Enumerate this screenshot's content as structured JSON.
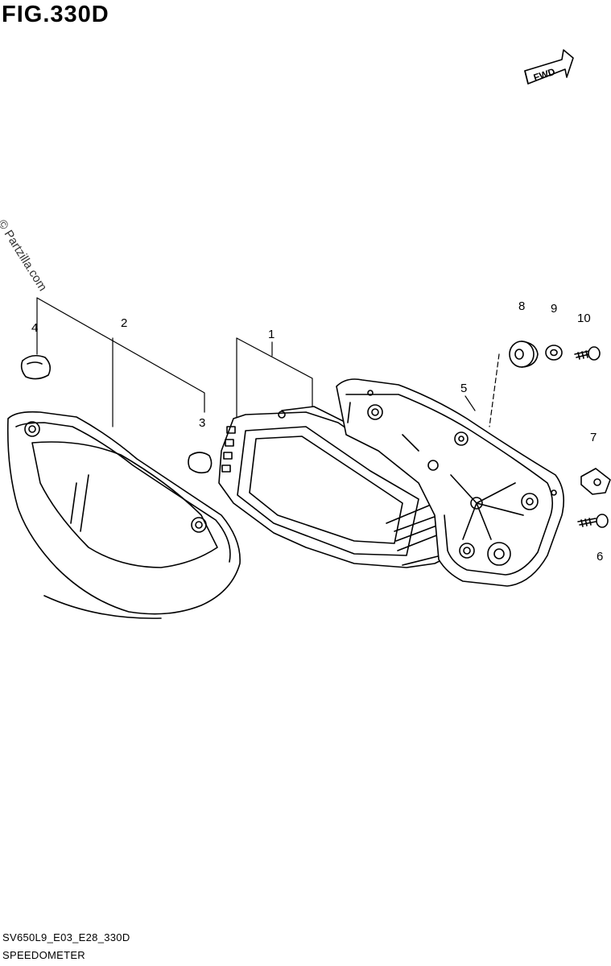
{
  "figure": {
    "title": "FIG.330D",
    "fwd_label": "FWD",
    "watermark": "© Partzilla.com",
    "model_code": "SV650L9_E03_E28_330D",
    "section_name": "SPEEDOMETER"
  },
  "callouts": [
    {
      "id": "1",
      "label": "1"
    },
    {
      "id": "2",
      "label": "2"
    },
    {
      "id": "3",
      "label": "3"
    },
    {
      "id": "4",
      "label": "4"
    },
    {
      "id": "5",
      "label": "5"
    },
    {
      "id": "6",
      "label": "6"
    },
    {
      "id": "7",
      "label": "7"
    },
    {
      "id": "8",
      "label": "8"
    },
    {
      "id": "9",
      "label": "9"
    },
    {
      "id": "10",
      "label": "10"
    }
  ],
  "colors": {
    "line": "#000000",
    "background": "#ffffff"
  }
}
